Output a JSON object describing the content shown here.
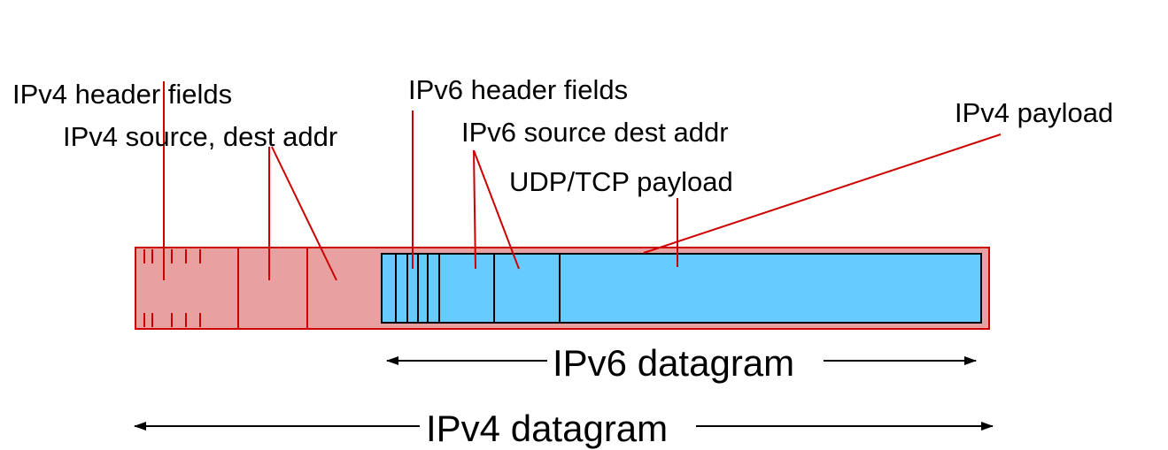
{
  "labels": {
    "ipv4_header_fields": "IPv4 header fields",
    "ipv4_source_dest_addr": "IPv4 source, dest addr",
    "ipv6_header_fields": "IPv6 header fields",
    "ipv6_source_dest_addr": "IPv6 source dest addr",
    "udp_tcp_payload": "UDP/TCP payload",
    "ipv4_payload": "IPv4 payload",
    "ipv6_datagram": "IPv6 datagram",
    "ipv4_datagram": "IPv4 datagram"
  },
  "colors": {
    "ipv4_fill": "#e9a0a0",
    "ipv4_border": "#cc0000",
    "ipv6_fill": "#66ccff",
    "ipv6_border": "#000000",
    "leader_line": "#cc0000",
    "arrow": "#000000"
  }
}
